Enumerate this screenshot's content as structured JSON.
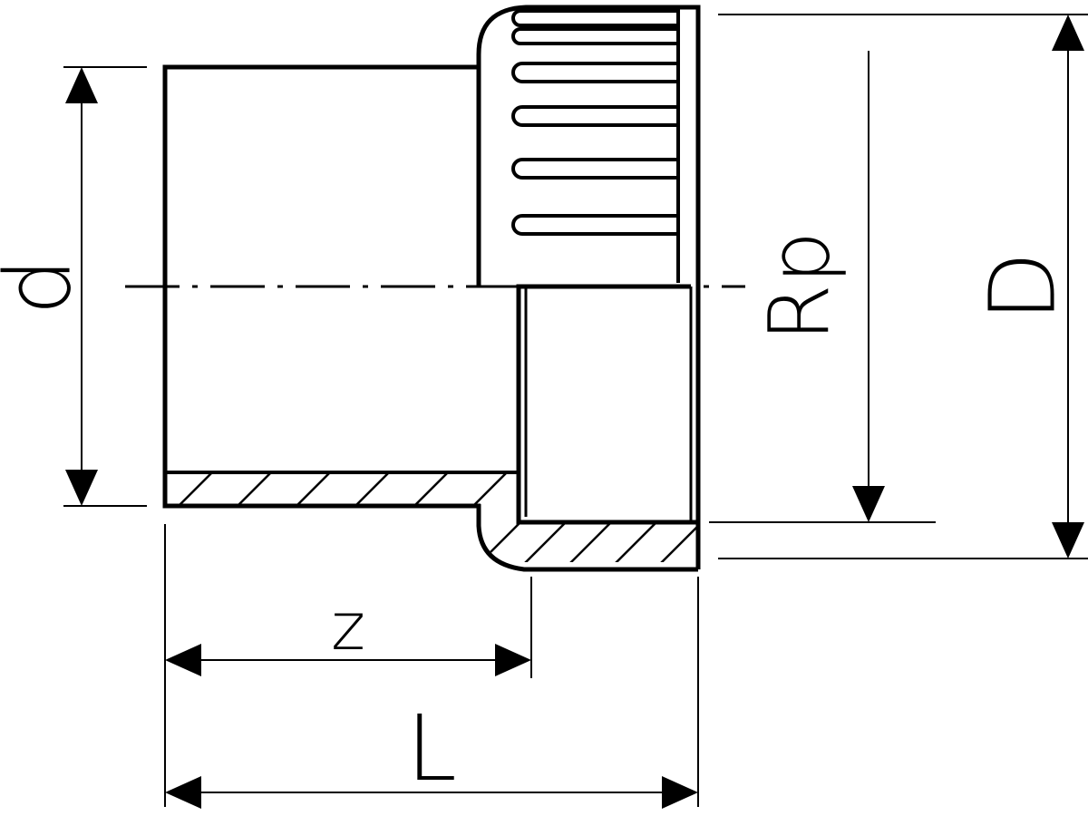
{
  "diagram": {
    "dimension_labels": {
      "d": "d",
      "D": "D",
      "Rp": "Rp",
      "z": "z",
      "L": "L"
    },
    "stroke_color": "#000000",
    "background_color": "#ffffff"
  }
}
